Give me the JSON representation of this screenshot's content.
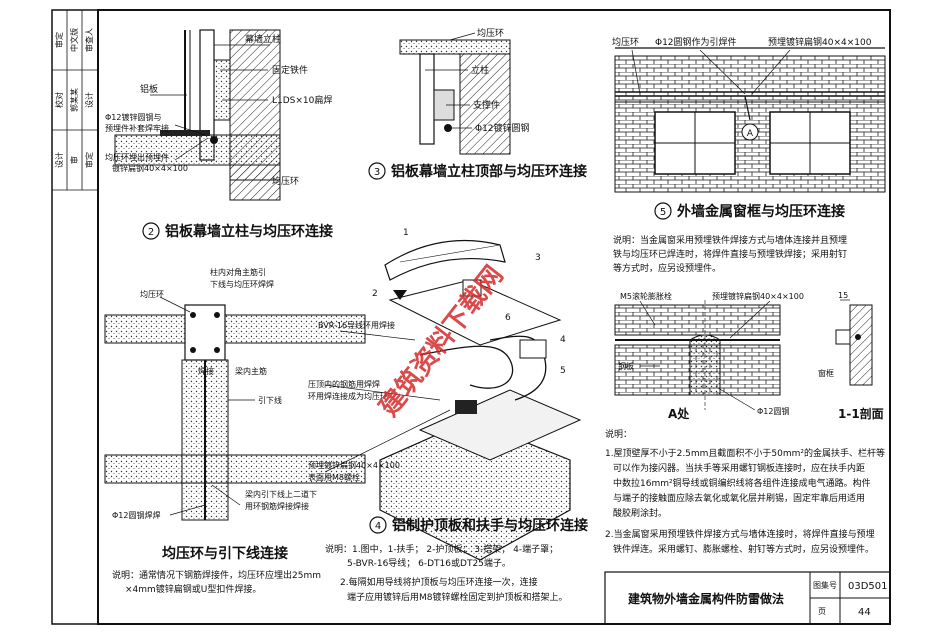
{
  "side_block": {
    "rows": [
      {
        "cells": [
          "审定",
          "中文版",
          "审查人"
        ]
      },
      {
        "cells": [
          "校对",
          "郭某某",
          "设计"
        ]
      },
      {
        "cells": [
          "设计",
          "审",
          "审定"
        ]
      }
    ]
  },
  "detail_2": {
    "num": "2",
    "title": "铝板幕墙立柱与均压环连接",
    "labels": {
      "curtain_column": "幕墙立柱",
      "aluminum_panel": "铝板",
      "fixed_fitting": "固定铁件",
      "lug_weld": "L1DS×10扁焊",
      "phi12_steel": "Φ12镀锌圆钢与",
      "embedded_weld": "预埋件补套焊牢接",
      "ring_embed": "均压环埋出预埋件",
      "galv_flat": "镀锌扁钢40×4×100",
      "equal_ring": "均压环"
    }
  },
  "detail_3": {
    "num": "3",
    "title": "铝板幕墙立柱顶部与均压环连接",
    "labels": {
      "ring": "均压环",
      "column": "立柱",
      "bracket": "支撑件",
      "phi12": "Φ12镀锌圆钢"
    }
  },
  "detail_5": {
    "num": "5",
    "title": "外墙金属窗框与均压环连接",
    "labels": {
      "ring": "均压环",
      "phi12_link": "Φ12圆钢作为引焊件",
      "embed_flat": "预埋镀锌扁钢40×4×100",
      "callout": "A"
    },
    "note": [
      "说明：当金属窗采用预埋铁件焊接方式与墙体连接并且预埋",
      "铁与均压环已焊连时，将焊件直接与预埋铁焊接；采用射钉",
      "等方式时，应另设预埋件。"
    ]
  },
  "detail_A": {
    "caption": "A处",
    "section": "1-1剖面",
    "labels": {
      "m5_mortar": "M5滚轮膨胀栓",
      "embed_flat": "预埋镀锌扁钢40×4×100",
      "window_frame": "窗框",
      "phi12": "Φ12圆钢",
      "plaster": "钢板",
      "window": "窗框",
      "dim": "15"
    }
  },
  "detail_col": {
    "labels": {
      "main_rebar": "柱内对角主筋引",
      "to_ring": "下线与均压环焊焊",
      "ring": "均压环",
      "weld": "焊接",
      "beam_rebar": "梁内主筋",
      "downlead": "引下线",
      "phi12_bar": "Φ12圆钢焊焊",
      "lead_two": "梁内引下线上二道下",
      "lead_weld": "用环钢筋焊接焊接"
    }
  },
  "detail_1": {
    "title": "均压环与引下线连接",
    "note": [
      "说明：通常情况下钢筋焊接件，均压环应埋出25mm",
      "×4mm镀锌扁钢或U型扣件焊接。"
    ]
  },
  "detail_4": {
    "num": "4",
    "title": "铝制护顶板和扶手与均压环连接",
    "numbers": [
      "1",
      "2",
      "3",
      "4",
      "5",
      "6"
    ],
    "labels": {
      "bvr": "BVR-16导线环用焊接",
      "parapet": "压顶内的钢筋用焊焊",
      "ring_link": "环用焊连接成为均压环",
      "embed": "预埋镀锌扁钢40×4×100",
      "m8": "表面用M8螺栓"
    },
    "note": [
      "说明：1.图中，1-扶手；  2-护顶板；  3-搭架；  4-端子罩；",
      "5-BVR-16导线；  6-DT16或DT25端子。",
      "2.每隔如用导线将护顶板与均压环连接一次，连接",
      "端子应用镀锌后用M8镀锌螺栓固定到护顶板和搭架上。"
    ]
  },
  "general_notes": {
    "heading": "说明：",
    "lines": [
      "1.屋顶壁厚不小于2.5mm且截面积不小于50mm²的金属扶手、栏杆等",
      "可以作为接闪器。当扶手等采用螺钉钢板连接时，应在扶手内距",
      "中数拉16mm²铜导线或铜编织线将各组件连接成电气通路。构件",
      "与端子的接触面应除去氧化或氧化层并刷锡，固定牢靠后用适用",
      "酸胶刷涂封。",
      "2.当金属窗采用预埋铁件焊接方式与墙体连接时，将焊件直接与预埋",
      "铁件焊连。采用螺钉、膨胀螺栓、射钉等方式时，应另设预埋件。"
    ]
  },
  "title_block": {
    "drawing_title": "建筑物外墙金属构件防雷做法",
    "atlas_label": "图集号",
    "atlas_no": "03D501",
    "page_label": "页",
    "page_no": "44"
  },
  "watermark": "建筑资料下载网"
}
